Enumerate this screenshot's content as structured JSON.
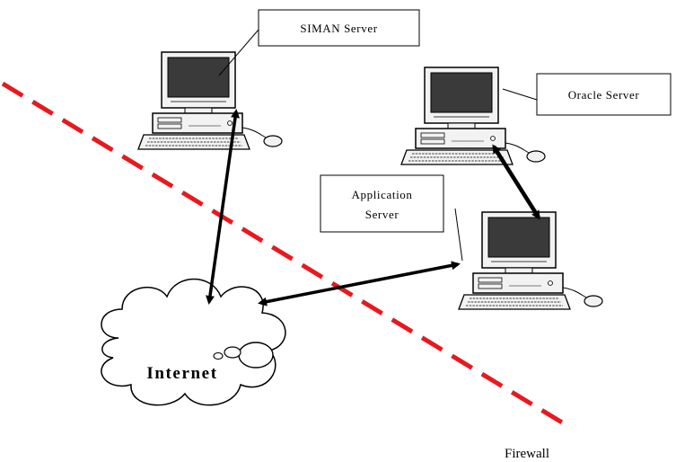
{
  "nodes": {
    "siman": {
      "label": "SIMAN Server"
    },
    "oracle": {
      "label": "Oracle Server"
    },
    "application": {
      "label_line1": "Application",
      "label_line2": "Server"
    },
    "internet": {
      "label": "Internet"
    }
  },
  "firewall": {
    "label": "Firewall",
    "color": "#e8191e"
  },
  "colors": {
    "arrow": "#000000",
    "outline": "#000000",
    "monitor_screen": "#3a3a3a",
    "computer_body": "#ffffff"
  },
  "icons": {
    "computer": "desktop-computer-icon",
    "cloud": "cloud-icon"
  }
}
